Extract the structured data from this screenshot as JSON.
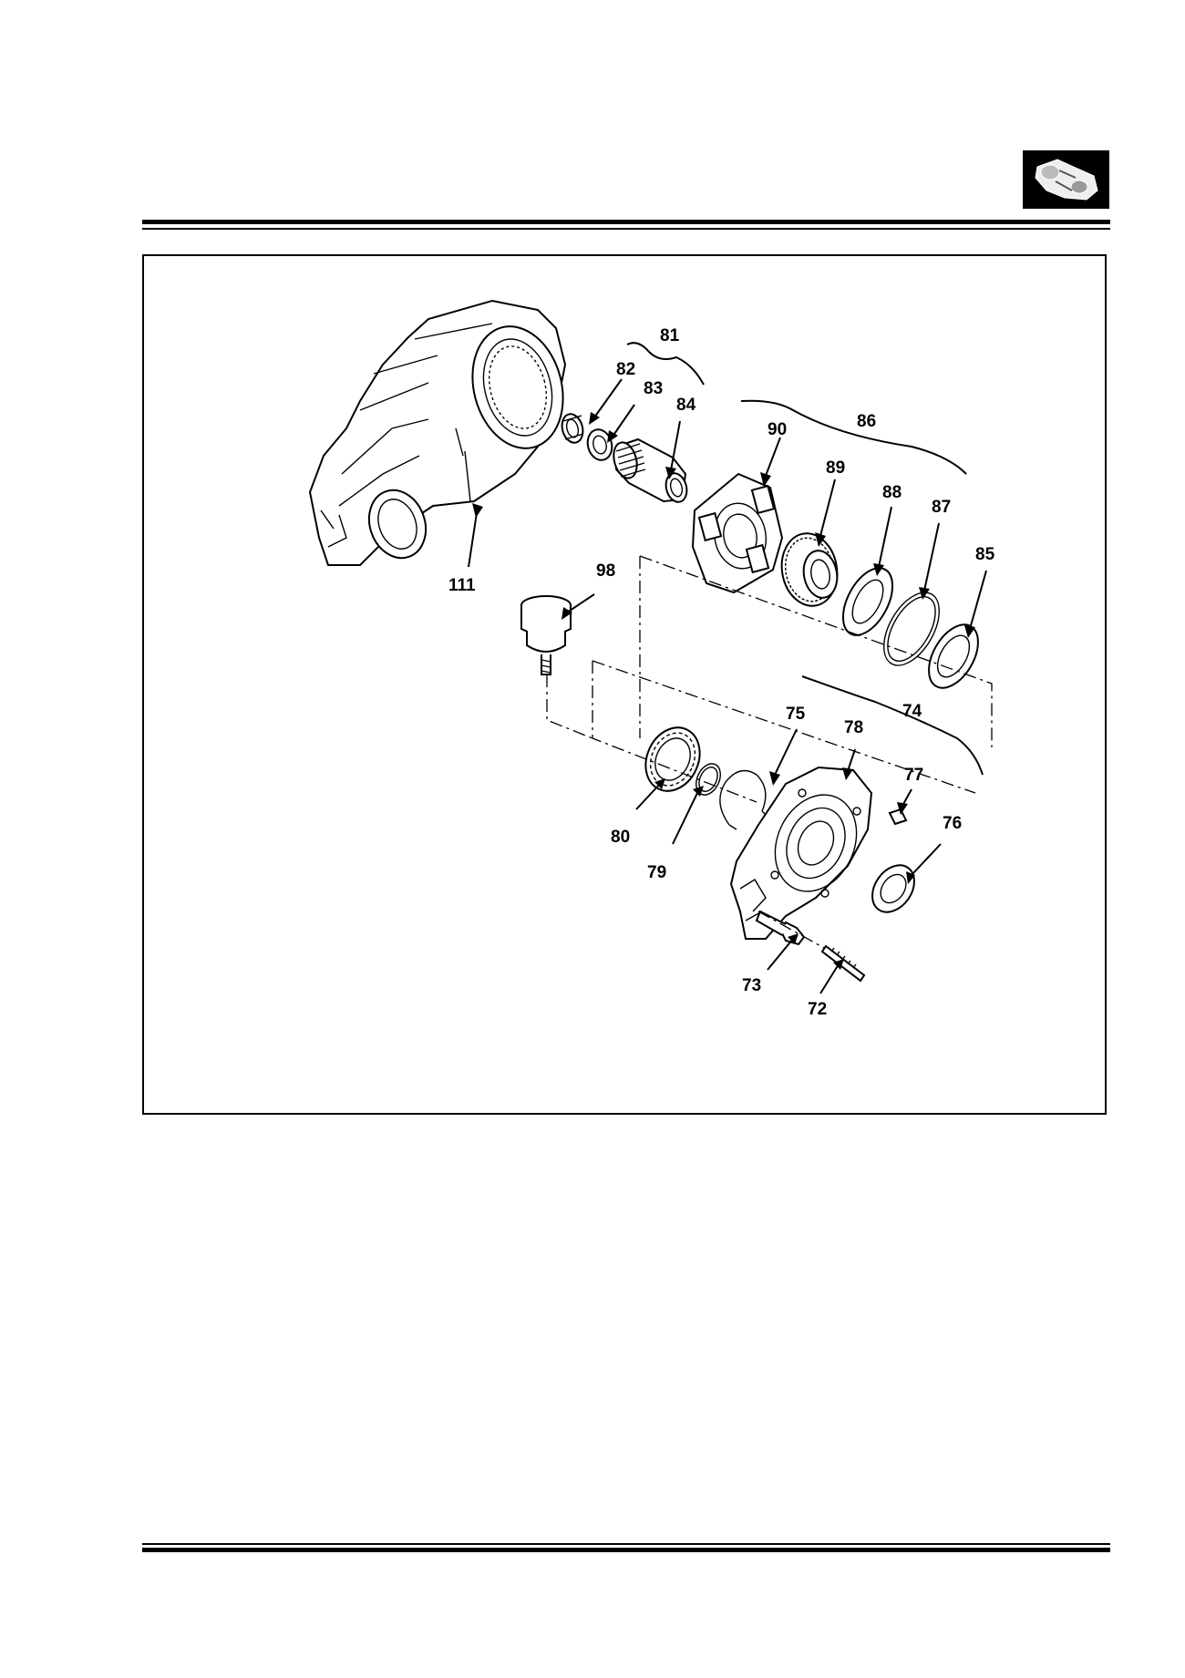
{
  "header": {
    "section_icon": "transfer-box-icon"
  },
  "figure": {
    "callouts": {
      "c111": "111",
      "c81": "81",
      "c82": "82",
      "c83": "83",
      "c84": "84",
      "c90": "90",
      "c86": "86",
      "c89": "89",
      "c88": "88",
      "c87": "87",
      "c85": "85",
      "c98": "98",
      "c74": "74",
      "c75": "75",
      "c78": "78",
      "c77": "77",
      "c76": "76",
      "c80": "80",
      "c79": "79",
      "c73": "73",
      "c72": "72"
    }
  },
  "colors": {
    "ink": "#000000",
    "paper": "#ffffff"
  }
}
